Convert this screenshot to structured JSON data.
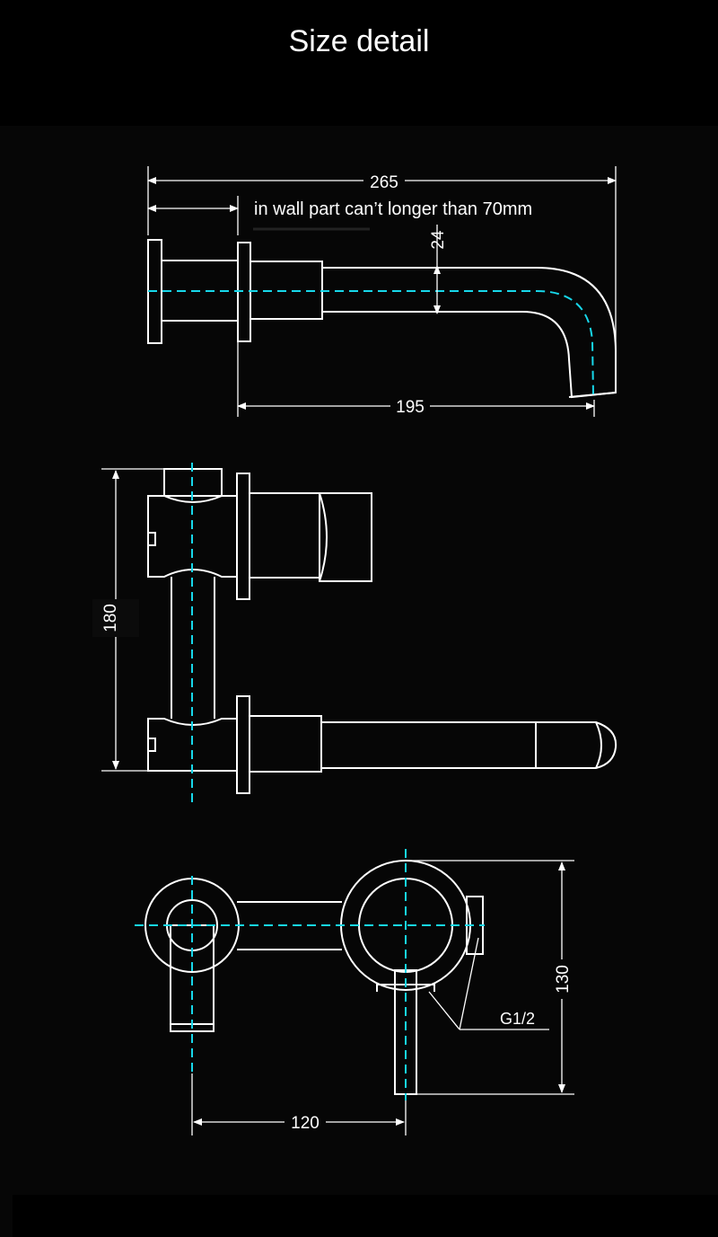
{
  "header": {
    "title": "Size detail"
  },
  "colors": {
    "background": "#000000",
    "line": "#ffffff",
    "centerline": "#17d7ea"
  },
  "views": {
    "side": {
      "dim_overall": "265",
      "note": "in wall part can’t longer than 70mm",
      "dim_diameter": "24",
      "dim_spout": "195"
    },
    "front": {
      "dim_height": "180"
    },
    "top": {
      "dim_depth": "130",
      "thread": "G1/2",
      "dim_spacing": "120"
    }
  }
}
